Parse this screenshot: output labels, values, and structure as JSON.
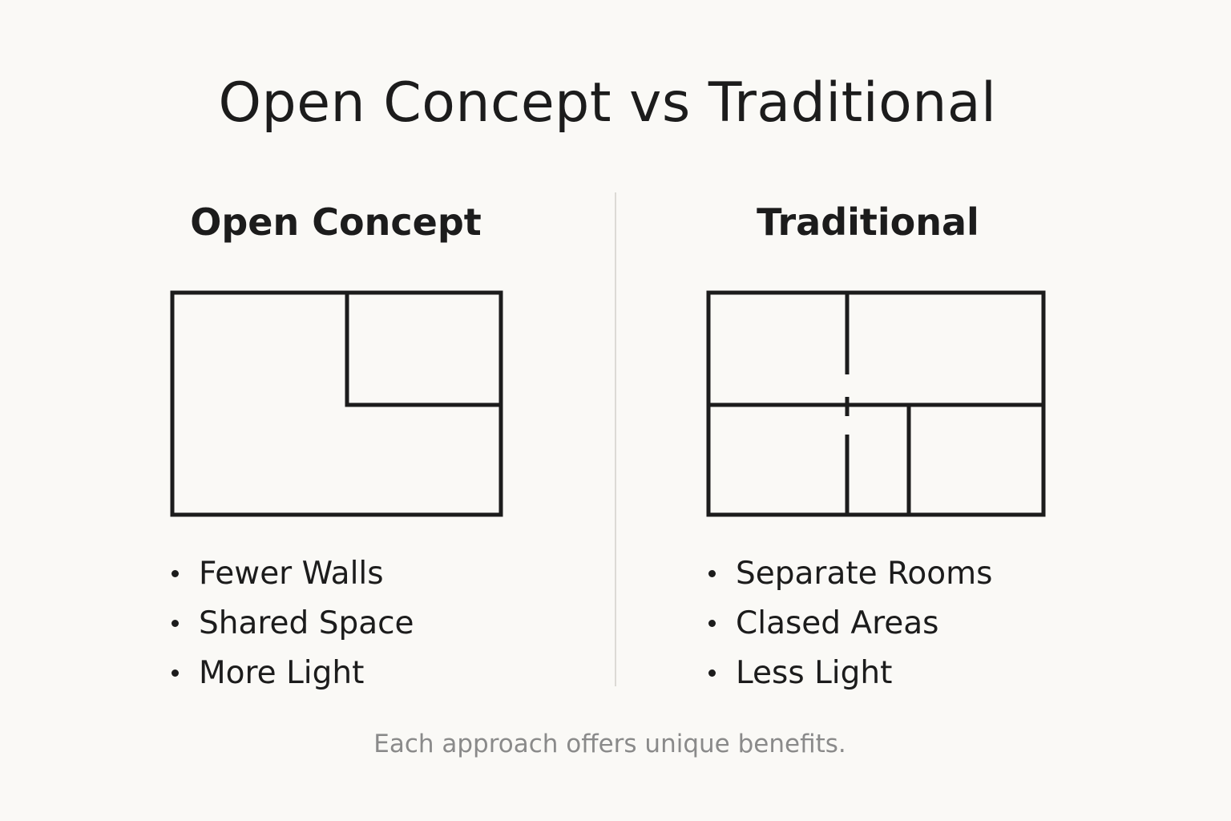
{
  "title": "Open Concept vs Traditional",
  "columns": {
    "open": {
      "heading": "Open Concept",
      "features": [
        "Fewer Walls",
        "Shared Space",
        "More Light"
      ]
    },
    "traditional": {
      "heading": "Traditional",
      "features": [
        "Separate Rooms",
        "Clased Areas",
        "Less Light"
      ]
    }
  },
  "footer": "Each approach offers unique benefits.",
  "colors": {
    "background": "#faf9f6",
    "ink": "#1c1c1c",
    "muted_text": "#8a8a8a",
    "divider": "#dcdad5"
  }
}
